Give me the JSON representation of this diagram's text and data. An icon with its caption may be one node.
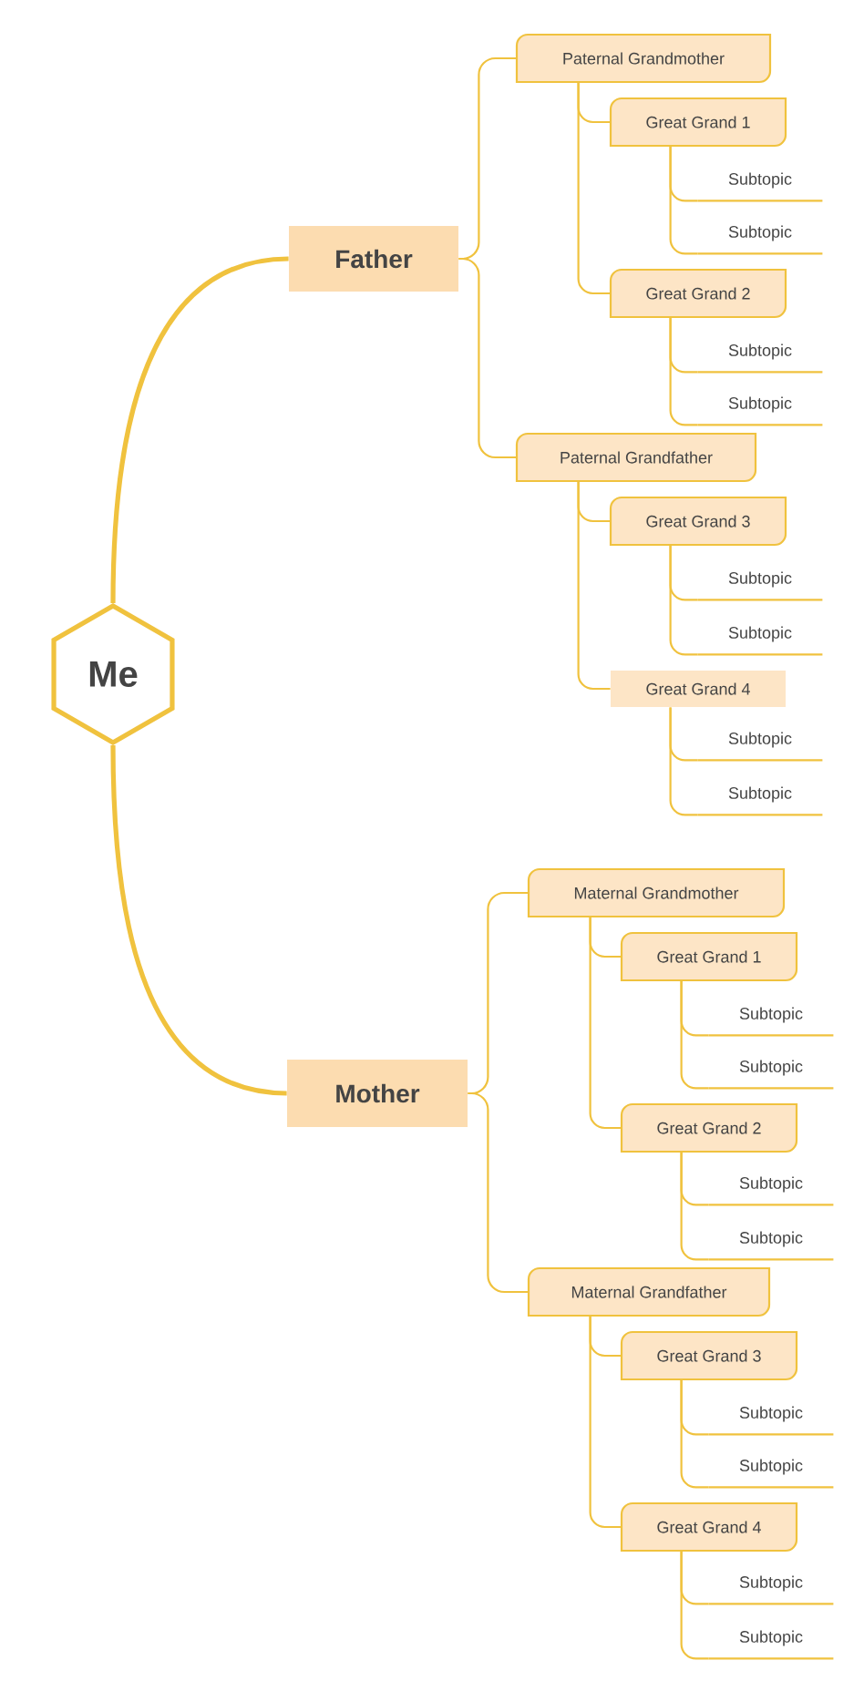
{
  "diagram": {
    "nodes": [
      {
        "text": [
          "Me"
        ]
      },
      {
        "text": [
          "Father"
        ]
      },
      {
        "text": [
          "Paternal Grandmother"
        ]
      },
      {
        "text": [
          "Great Grand 1"
        ]
      },
      {
        "text": [
          "Subtopic"
        ]
      },
      {
        "text": [
          "Subtopic"
        ]
      },
      {
        "text": [
          "Great Grand 2"
        ]
      },
      {
        "text": [
          "Subtopic"
        ]
      },
      {
        "text": [
          "Subtopic"
        ]
      },
      {
        "text": [
          "Paternal Grandfather"
        ]
      },
      {
        "text": [
          "Great Grand 3"
        ]
      },
      {
        "text": [
          "Subtopic"
        ]
      },
      {
        "text": [
          "Subtopic"
        ]
      },
      {
        "text": [
          "Great Grand 4"
        ]
      },
      {
        "text": [
          "Subtopic"
        ]
      },
      {
        "text": [
          "Subtopic"
        ]
      },
      {
        "text": [
          "Mother"
        ]
      },
      {
        "text": [
          "Maternal Grandmother"
        ]
      },
      {
        "text": [
          "Great Grand 1"
        ]
      },
      {
        "text": [
          "Subtopic"
        ]
      },
      {
        "text": [
          "Subtopic"
        ]
      },
      {
        "text": [
          "Great Grand 2"
        ]
      },
      {
        "text": [
          "Subtopic"
        ]
      },
      {
        "text": [
          "Subtopic"
        ]
      },
      {
        "text": [
          "Maternal Grandfather"
        ]
      },
      {
        "text": [
          "Great Grand 3"
        ]
      },
      {
        "text": [
          "Subtopic"
        ]
      },
      {
        "text": [
          "Subtopic"
        ]
      },
      {
        "text": [
          "Great Grand 4"
        ]
      },
      {
        "text": [
          "Subtopic"
        ]
      },
      {
        "text": [
          "Subtopic"
        ]
      }
    ],
    "edges": [
      {
        "from": 0,
        "to": 1,
        "arrow": "none",
        "style": "thick"
      },
      {
        "from": 1,
        "to": 2,
        "arrow": "none"
      },
      {
        "from": 2,
        "to": 3,
        "arrow": "none"
      },
      {
        "from": 3,
        "to": 4,
        "arrow": "none"
      },
      {
        "from": 3,
        "to": 5,
        "arrow": "none"
      },
      {
        "from": 2,
        "to": 6,
        "arrow": "none"
      },
      {
        "from": 6,
        "to": 7,
        "arrow": "none"
      },
      {
        "from": 6,
        "to": 8,
        "arrow": "none"
      },
      {
        "from": 1,
        "to": 9,
        "arrow": "none"
      },
      {
        "from": 9,
        "to": 10,
        "arrow": "none"
      },
      {
        "from": 10,
        "to": 11,
        "arrow": "none"
      },
      {
        "from": 10,
        "to": 12,
        "arrow": "none"
      },
      {
        "from": 9,
        "to": 13,
        "arrow": "none"
      },
      {
        "from": 13,
        "to": 14,
        "arrow": "none"
      },
      {
        "from": 13,
        "to": 15,
        "arrow": "none"
      },
      {
        "from": 0,
        "to": 16,
        "arrow": "none",
        "style": "thick"
      },
      {
        "from": 16,
        "to": 17,
        "arrow": "none"
      },
      {
        "from": 17,
        "to": 18,
        "arrow": "none"
      },
      {
        "from": 18,
        "to": 19,
        "arrow": "none"
      },
      {
        "from": 18,
        "to": 20,
        "arrow": "none"
      },
      {
        "from": 17,
        "to": 21,
        "arrow": "none"
      },
      {
        "from": 21,
        "to": 22,
        "arrow": "none"
      },
      {
        "from": 21,
        "to": 23,
        "arrow": "none"
      },
      {
        "from": 16,
        "to": 24,
        "arrow": "none"
      },
      {
        "from": 24,
        "to": 25,
        "arrow": "none"
      },
      {
        "from": 25,
        "to": 26,
        "arrow": "none"
      },
      {
        "from": 25,
        "to": 27,
        "arrow": "none"
      },
      {
        "from": 24,
        "to": 28,
        "arrow": "none"
      },
      {
        "from": 28,
        "to": 29,
        "arrow": "none"
      },
      {
        "from": 28,
        "to": 30,
        "arrow": "none"
      }
    ]
  }
}
